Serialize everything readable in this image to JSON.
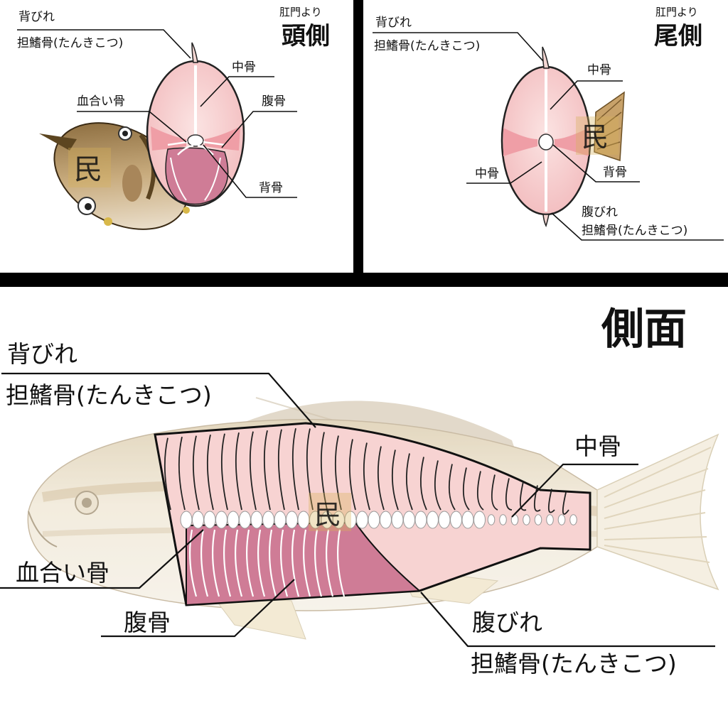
{
  "panels": {
    "head_side": {
      "title_small": "肛門より",
      "title_large": "頭側",
      "labels": {
        "dorsal_fin": "背びれ",
        "dorsal_pterygiophore": "担鰭骨(たんきこつ)",
        "intermuscular_bone": "中骨",
        "blood_bone": "血合い骨",
        "belly_bone": "腹骨",
        "backbone": "背骨"
      }
    },
    "tail_side": {
      "title_small": "肛門より",
      "title_large": "尾側",
      "labels": {
        "dorsal_fin": "背びれ",
        "dorsal_pterygiophore": "担鰭骨(たんきこつ)",
        "intermuscular_bone_upper": "中骨",
        "intermuscular_bone_lower": "中骨",
        "backbone": "背骨",
        "ventral_fin": "腹びれ",
        "ventral_pterygiophore": "担鰭骨(たんきこつ)"
      }
    },
    "lateral": {
      "title": "側面",
      "labels": {
        "dorsal_fin": "背びれ",
        "dorsal_pterygiophore": "担鰭骨(たんきこつ)",
        "intermuscular_bone": "中骨",
        "blood_bone": "血合い骨",
        "belly_bone": "腹骨",
        "ventral_fin": "腹びれ",
        "ventral_pterygiophore": "担鰭骨(たんきこつ)"
      }
    }
  },
  "watermark": {
    "glyph": "民"
  },
  "colors": {
    "flesh": "#f7d3d2",
    "flesh_dark": "#ef9ea6",
    "belly": "#cf7c96",
    "bone": "#ffffff",
    "fish_skin": "#e8dcc4",
    "fish_stripe": "#c9ae85",
    "divider": "#000000"
  }
}
